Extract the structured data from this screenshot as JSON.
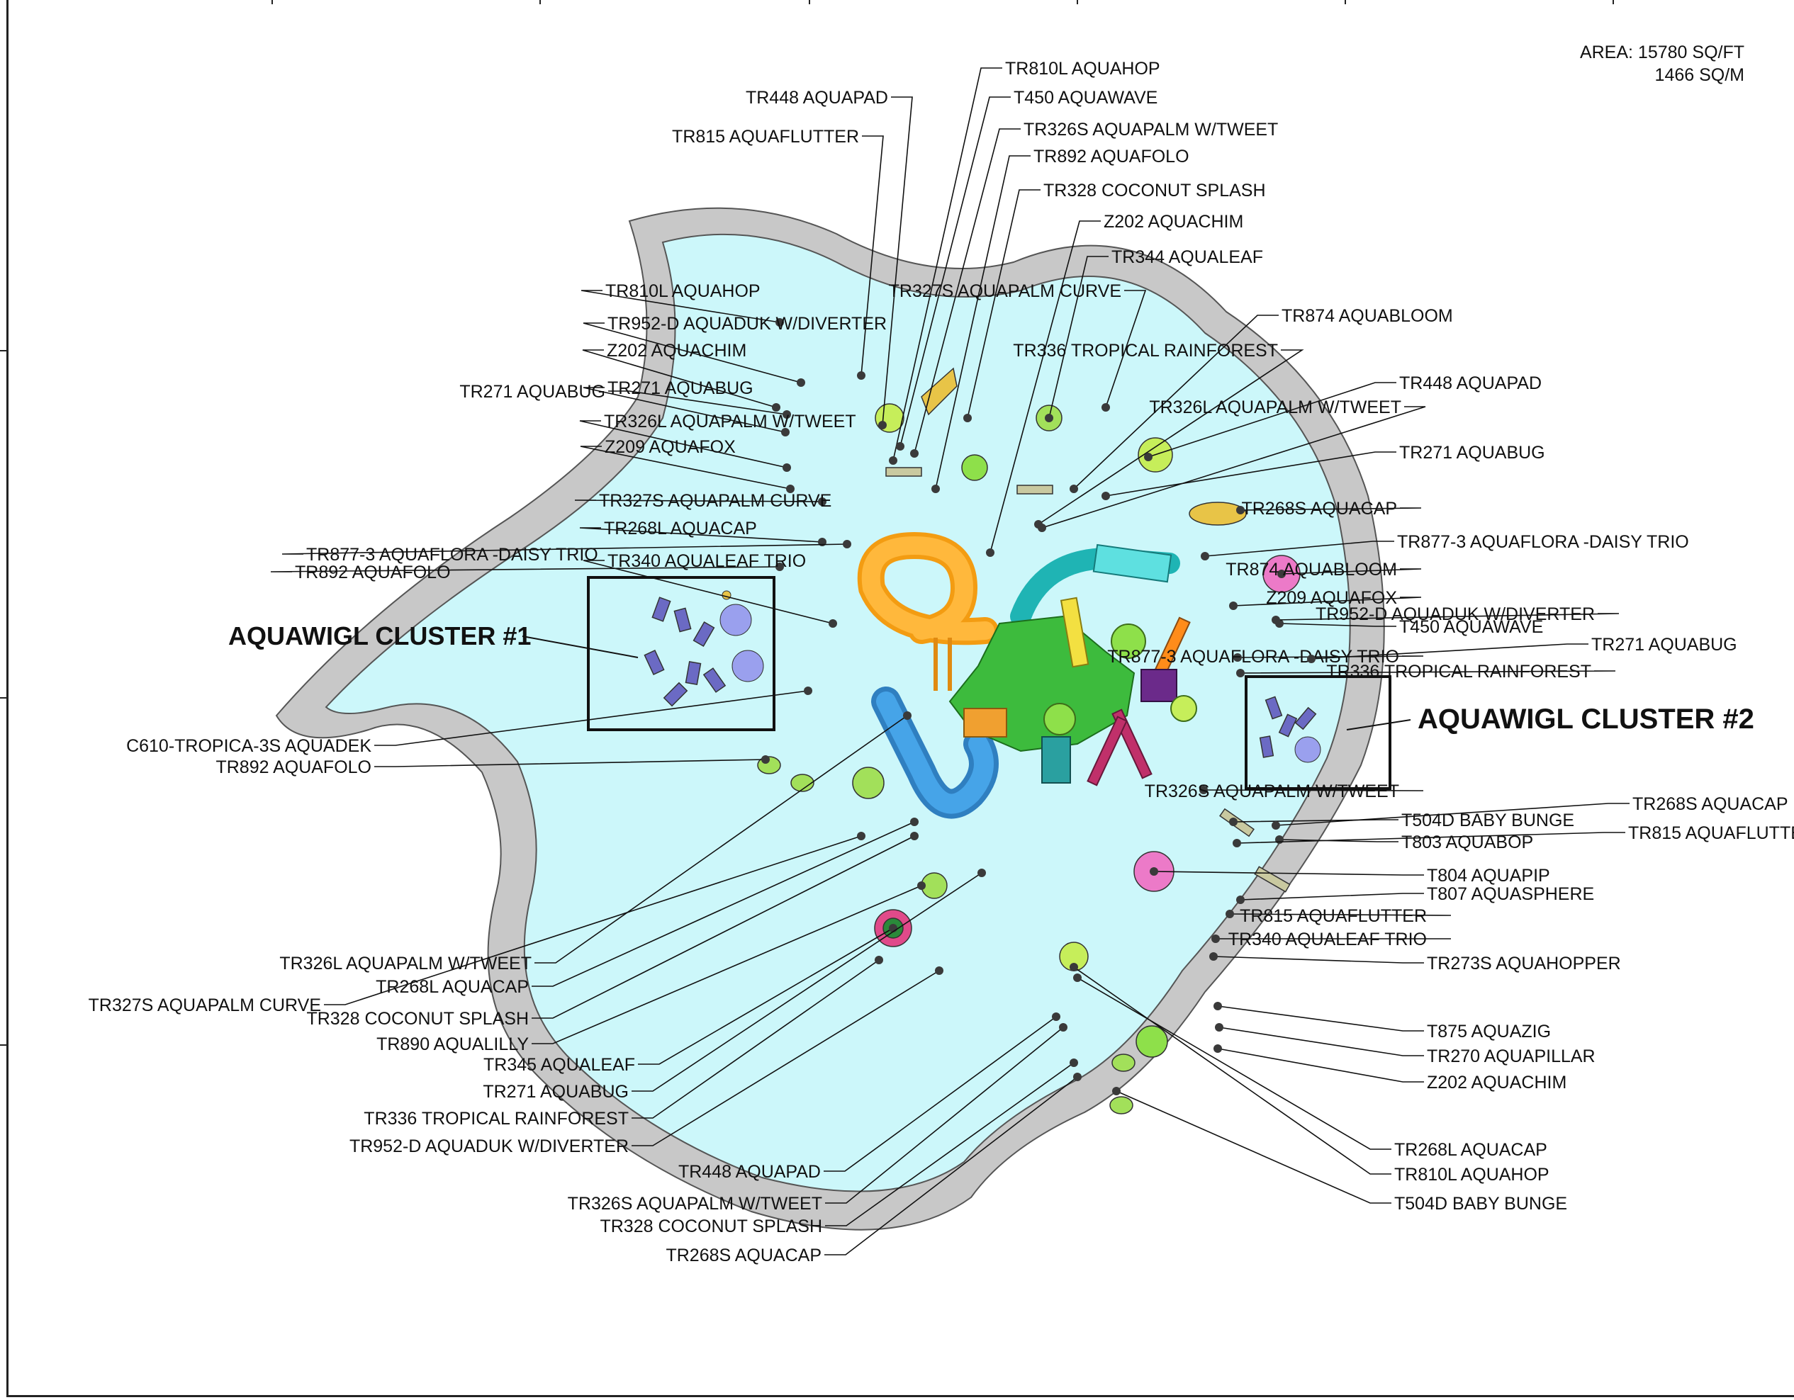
{
  "area": {
    "line1": "AREA: 15780 SQ/FT",
    "line2": "1466 SQ/M"
  },
  "clusters": [
    {
      "label": "AQUAWIGL CLUSTER #1"
    },
    {
      "label": "AQUAWIGL CLUSTER #2"
    }
  ],
  "callouts": [
    {
      "text": "TR810L AQUAHOP",
      "side": "left"
    },
    {
      "text": "TR448 AQUAPAD",
      "side": "right"
    },
    {
      "text": "T450 AQUAWAVE",
      "side": "left"
    },
    {
      "text": "TR326S AQUAPALM W/TWEET",
      "side": "left"
    },
    {
      "text": "TR815 AQUAFLUTTER",
      "side": "right"
    },
    {
      "text": "TR892 AQUAFOLO",
      "side": "left"
    },
    {
      "text": "TR328 COCONUT SPLASH",
      "side": "left"
    },
    {
      "text": "Z202 AQUACHIM",
      "side": "left"
    },
    {
      "text": "TR344 AQUALEAF",
      "side": "left"
    },
    {
      "text": "TR327S AQUAPALM CURVE",
      "side": "right"
    },
    {
      "text": "TR874 AQUABLOOM",
      "side": "left"
    },
    {
      "text": "TR336 TROPICAL RAINFOREST",
      "side": "right"
    },
    {
      "text": "TR810L AQUAHOP",
      "side": "left"
    },
    {
      "text": "TR952-D AQUADUK W/DIVERTER",
      "side": "left"
    },
    {
      "text": "TR271 AQUABUG",
      "side": "right"
    },
    {
      "text": "TR448 AQUAPAD",
      "side": "left"
    },
    {
      "text": "TR326L AQUAPALM W/TWEET",
      "side": "right"
    },
    {
      "text": "TR271 AQUABUG",
      "side": "left"
    },
    {
      "text": "TR268S AQUACAP",
      "side": "right"
    },
    {
      "text": "TR877-3 AQUAFLORA -DAISY TRIO",
      "side": "left"
    },
    {
      "text": "TR874 AQUABLOOM",
      "side": "right"
    },
    {
      "text": "Z209 AQUAFOX",
      "side": "right"
    },
    {
      "text": "T450 AQUAWAVE",
      "side": "left"
    },
    {
      "text": "TR877-3 AQUAFLORA -DAISY TRIO",
      "side": "right"
    },
    {
      "text": "TR952-D AQUADUK W/DIVERTER",
      "side": "right"
    },
    {
      "text": "TR271 AQUABUG",
      "side": "left"
    },
    {
      "text": "TR336 TROPICAL RAINFOREST",
      "side": "right"
    },
    {
      "text": "TR326S AQUAPALM W/TWEET",
      "side": "right"
    },
    {
      "text": "T504D BABY BUNGE",
      "side": "left"
    },
    {
      "text": "T803 AQUABOP",
      "side": "left"
    },
    {
      "text": "TR268S AQUACAP",
      "side": "left"
    },
    {
      "text": "TR815 AQUAFLUTTER",
      "side": "left"
    },
    {
      "text": "T804 AQUAPIP",
      "side": "left"
    },
    {
      "text": "T807 AQUASPHERE",
      "side": "left"
    },
    {
      "text": "TR815 AQUAFLUTTER",
      "side": "right"
    },
    {
      "text": "TR340 AQUALEAF TRIO",
      "side": "right"
    },
    {
      "text": "TR273S AQUAHOPPER",
      "side": "left"
    },
    {
      "text": "T875 AQUAZIG",
      "side": "left"
    },
    {
      "text": "TR270 AQUAPILLAR",
      "side": "left"
    },
    {
      "text": "Z202 AQUACHIM",
      "side": "left"
    },
    {
      "text": "TR268L AQUACAP",
      "side": "left"
    },
    {
      "text": "TR810L AQUAHOP",
      "side": "left"
    },
    {
      "text": "T504D BABY BUNGE",
      "side": "left"
    },
    {
      "text": "Z202 AQUACHIM",
      "side": "left"
    },
    {
      "text": "TR271 AQUABUG",
      "side": "left"
    },
    {
      "text": "TR326L AQUAPALM W/TWEET",
      "side": "left"
    },
    {
      "text": "Z209 AQUAFOX",
      "side": "left"
    },
    {
      "text": "TR327S AQUAPALM CURVE",
      "side": "left"
    },
    {
      "text": "TR268L AQUACAP",
      "side": "left"
    },
    {
      "text": "TR877-3 AQUAFLORA -DAISY TRIO",
      "side": "left"
    },
    {
      "text": "TR892 AQUAFOLO",
      "side": "left"
    },
    {
      "text": "TR340 AQUALEAF TRIO",
      "side": "left"
    },
    {
      "text": "C610-TROPICA-3S AQUADEK",
      "side": "right"
    },
    {
      "text": "TR892 AQUAFOLO",
      "side": "right"
    },
    {
      "text": "TR326L AQUAPALM W/TWEET",
      "side": "right"
    },
    {
      "text": "TR268L AQUACAP",
      "side": "right"
    },
    {
      "text": "TR327S AQUAPALM CURVE",
      "side": "right"
    },
    {
      "text": "TR328 COCONUT SPLASH",
      "side": "right"
    },
    {
      "text": "TR890 AQUALILLY",
      "side": "right"
    },
    {
      "text": "TR345 AQUALEAF",
      "side": "right"
    },
    {
      "text": "TR271 AQUABUG",
      "side": "right"
    },
    {
      "text": "TR336 TROPICAL RAINFOREST",
      "side": "right"
    },
    {
      "text": "TR952-D AQUADUK W/DIVERTER",
      "side": "right"
    },
    {
      "text": "TR448 AQUAPAD",
      "side": "right"
    },
    {
      "text": "TR326S AQUAPALM W/TWEET",
      "side": "right"
    },
    {
      "text": "TR328 COCONUT SPLASH",
      "side": "right"
    },
    {
      "text": "TR268S AQUACAP",
      "side": "right"
    }
  ]
}
